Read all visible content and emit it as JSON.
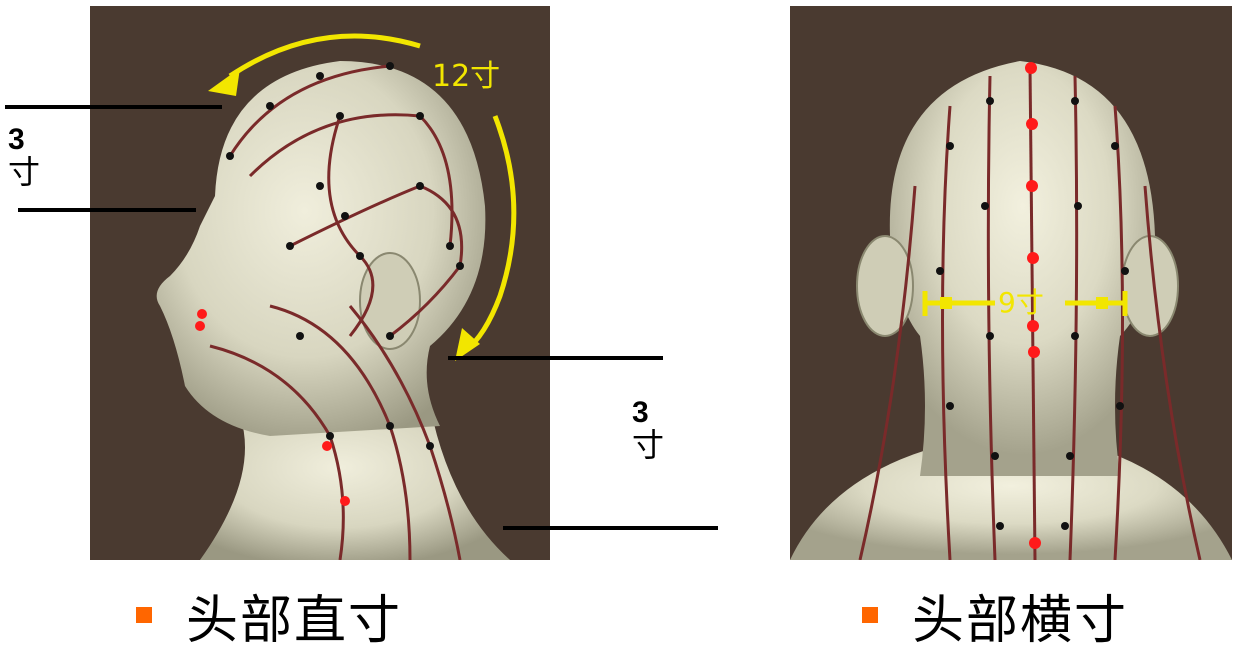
{
  "left_figure": {
    "arc_label": "12寸",
    "upper_marker": {
      "value": "3",
      "unit": "寸"
    },
    "lower_marker": {
      "value": "3",
      "unit": "寸"
    },
    "caption": "头部直寸"
  },
  "right_figure": {
    "span_label": "9寸",
    "caption": "头部横寸"
  },
  "colors": {
    "background": "#4a3a30",
    "measure_yellow": "#f2e600",
    "meridian": "#7a2a2a",
    "acupoint": "#111111",
    "highlight_point": "#ff1a1a",
    "bullet": "#ff6600"
  }
}
